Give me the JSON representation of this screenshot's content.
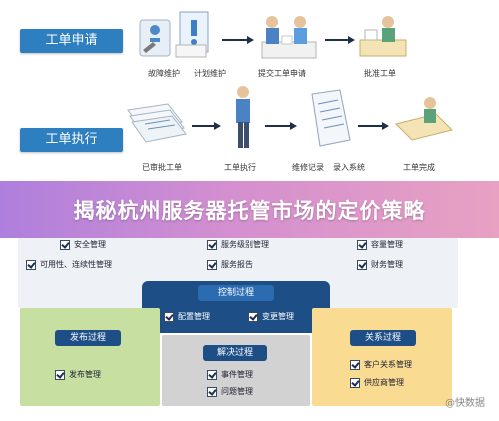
{
  "sections": {
    "apply": "工单申请",
    "execute": "工单执行"
  },
  "steps_top": [
    "故障维护",
    "计划维护",
    "提交工单申请",
    "批准工单"
  ],
  "steps_bottom": [
    "已审批工单",
    "工单执行",
    "维修记录",
    "录入系统",
    "工单完成"
  ],
  "banner": {
    "title": "揭秘杭州服务器托管市场的定价策略"
  },
  "checks": {
    "security": "安全管理",
    "availability": "可用性、连续性管理",
    "service_level": "服务级别管理",
    "service_report": "服务报告",
    "capacity": "容量管理",
    "finance": "财务管理",
    "config": "配置管理",
    "change": "变更管理",
    "release": "发布管理",
    "incident": "事件管理",
    "problem": "问题管理",
    "customer": "客户关系管理",
    "supplier": "供应商管理"
  },
  "process_labels": {
    "control": "控制过程",
    "release": "发布过程",
    "resolve": "解决过程",
    "relation": "关系过程"
  },
  "watermark": "@快数据",
  "colors": {
    "accent_blue": "#2d7fc0",
    "dark_blue": "#1e4e86",
    "green_panel": "#c7e0a2",
    "yellow_panel": "#f9dc92",
    "grey_panel": "#d2d2d2"
  }
}
